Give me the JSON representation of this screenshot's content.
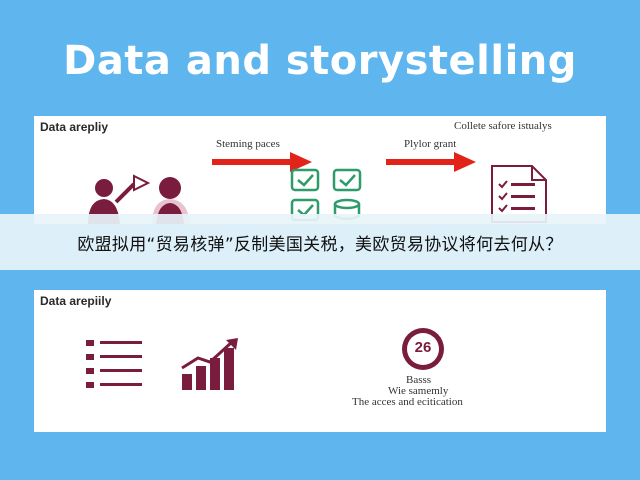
{
  "title": "Data and storystelling",
  "top_panel": {
    "label": "Data arepliy",
    "step1_label": "Steming paces",
    "step2_label": "Plylor grant",
    "step3_label": "Collete safore istualys"
  },
  "banner": {
    "text": "欧盟拟用“贸易核弹”反制美国关税，美欧贸易协议将何去何从？"
  },
  "bottom_panel": {
    "label": "Data arepiily",
    "badge_number": "26",
    "caption_line1": "Basss",
    "caption_line2": "Wie samemly",
    "caption_line3": "The acces and ecitication"
  },
  "colors": {
    "background": "#5fb6ee",
    "accent_maroon": "#7a1c3e",
    "arrow_red": "#e2231a",
    "check_green": "#2e9b6a"
  }
}
